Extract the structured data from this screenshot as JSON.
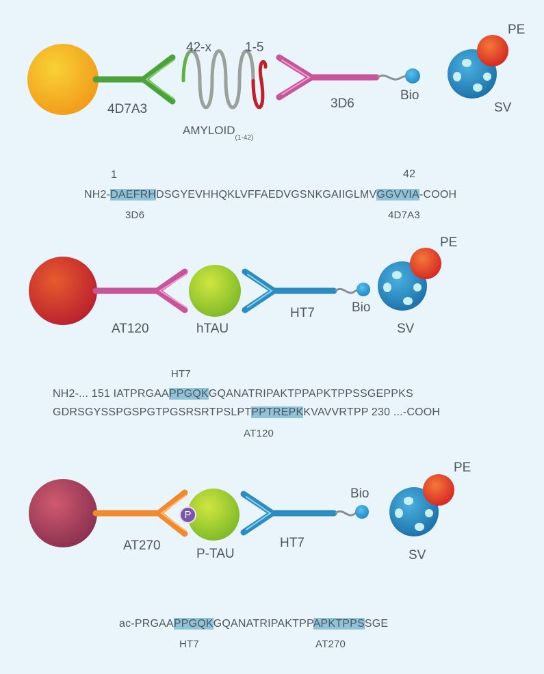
{
  "panel1": {
    "left_antibody": "4D7A3",
    "c_term_label": "42-x",
    "n_term_label": "1-5",
    "amyloid_label": "AMYLOID",
    "amyloid_sub": "(1-42)",
    "right_antibody": "3D6",
    "bio": "Bio",
    "pe": "PE",
    "sv": "SV",
    "seq_pos_start": "1",
    "seq_pos_end": "42",
    "seq_prefix": "NH2-",
    "seq_hl1": "DAEFRH",
    "seq_mid": "DSGYEVHHQKLVFFAEDVGSNKGAIIGLMV",
    "seq_hl2": "GGVVIA",
    "seq_suffix": "-COOH",
    "seq_label1": "3D6",
    "seq_label2": "4D7A3"
  },
  "panel2": {
    "left_antibody": "AT120",
    "analyte": "hTAU",
    "right_antibody": "HT7",
    "bio": "Bio",
    "pe": "PE",
    "sv": "SV",
    "seq_top_label": "HT7",
    "line1_prefix": "NH2-... 151 IATPRGAA",
    "line1_hl": "PPGQK",
    "line1_suffix": "GQANATRIPAKTPPAPKTPPSSGEPPKS",
    "line2_prefix": "GDRSGYSSPGSPGTPGSRSRTPSLPT",
    "line2_hl": "PPTREPK",
    "line2_suffix": "KVAVVRTPP 230 ...-COOH",
    "seq_bottom_label": "AT120"
  },
  "panel3": {
    "left_antibody": "AT270",
    "phospho": "P",
    "analyte": "P-TAU",
    "right_antibody": "HT7",
    "bio": "Bio",
    "pe": "PE",
    "sv": "SV",
    "seq_prefix": "ac-PRGAA",
    "seq_hl1": "PPGQK",
    "seq_mid": "GQANATRIPAKTPP",
    "seq_hl2": "APKTPPS",
    "seq_suffix": "SGE",
    "seq_label1": "HT7",
    "seq_label2": "AT270"
  },
  "colors": {
    "background": "#eaf4fb",
    "highlight": "#8fc4d8",
    "text": "#4f5560",
    "bead1": "#f5b21d",
    "bead2": "#d8382c",
    "bead3": "#b04060",
    "ab_green": "#4aa23a",
    "ab_pink": "#c8559a",
    "ab_blue": "#2a8cc0",
    "ab_orange": "#f08a2c",
    "sv_blue": "#2f95cc",
    "pe_red": "#e84a2a",
    "tau_green": "#9cc82c",
    "phospho_purple": "#7a55a8"
  }
}
